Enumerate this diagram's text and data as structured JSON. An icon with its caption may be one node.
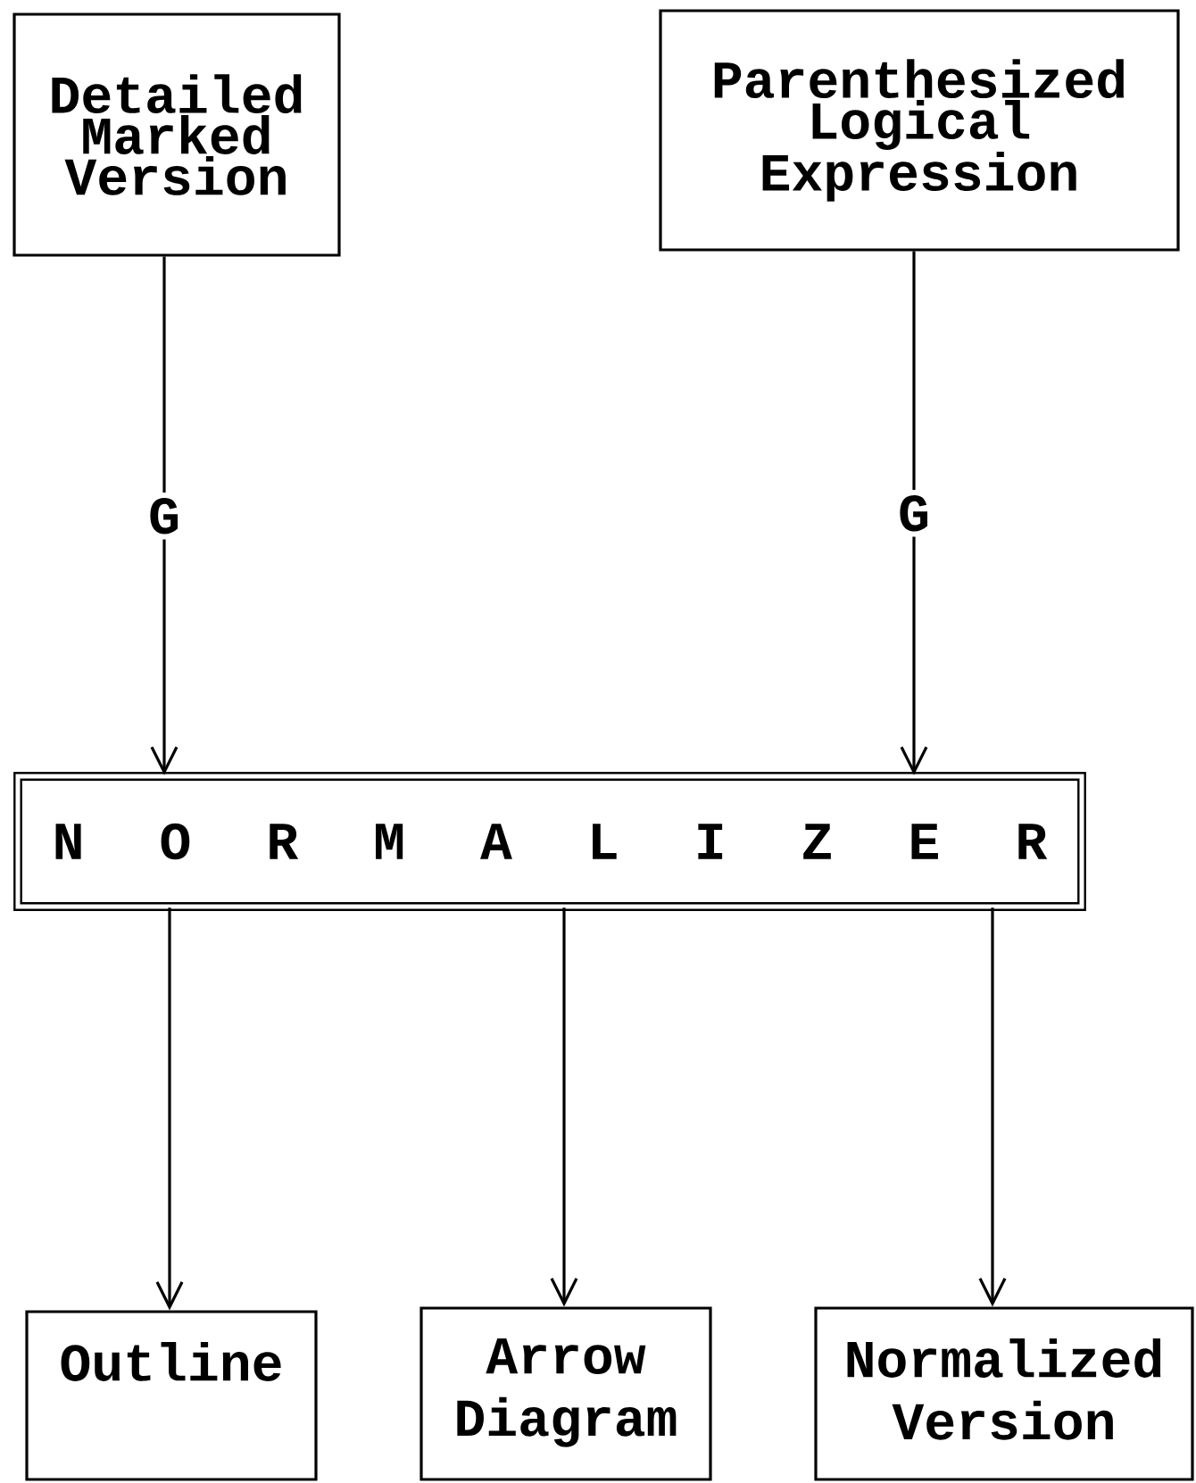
{
  "diagram": {
    "nodes": [
      {
        "text": [
          "Detailed Marked Version"
        ]
      },
      {
        "text": [
          "Parenthesized Logical Expression"
        ]
      },
      {
        "text": [
          "N O R M A L I Z E R"
        ]
      },
      {
        "text": [
          "Outline"
        ]
      },
      {
        "text": [
          "Arrow Diagram"
        ]
      },
      {
        "text": [
          "Normalized Version"
        ]
      }
    ],
    "edges": [
      {
        "from": 0,
        "to": 2,
        "arrow": "to",
        "label": "G"
      },
      {
        "from": 1,
        "to": 2,
        "arrow": "to",
        "label": "G"
      },
      {
        "from": 2,
        "to": 3,
        "arrow": "to"
      },
      {
        "from": 2,
        "to": 4,
        "arrow": "to"
      },
      {
        "from": 2,
        "to": 5,
        "arrow": "to"
      }
    ]
  }
}
